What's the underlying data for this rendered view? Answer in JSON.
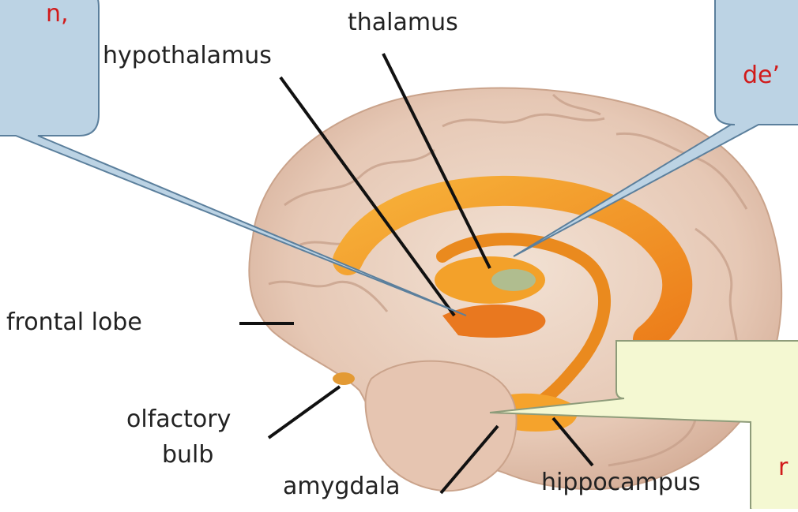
{
  "labels": {
    "thalamus": "thalamus",
    "hypothalamus": "hypothalamus",
    "frontal_lobe": "frontal lobe",
    "olfactory_bulb_line1": "olfactory",
    "olfactory_bulb_line2": "bulb",
    "amygdala": "amygdala",
    "hippocampus": "hippocampus"
  },
  "callouts": {
    "top_left_fragment": "n,",
    "top_right_fragment": "de’",
    "bottom_right_fragment": "r"
  },
  "colors": {
    "callout_blue_fill": "#bcd3e4",
    "callout_green_fill": "#f4f8d2",
    "callout_text": "#d11a1a",
    "brain_tissue": "#ead2c1",
    "limbic_orange": "#f3a12a"
  }
}
